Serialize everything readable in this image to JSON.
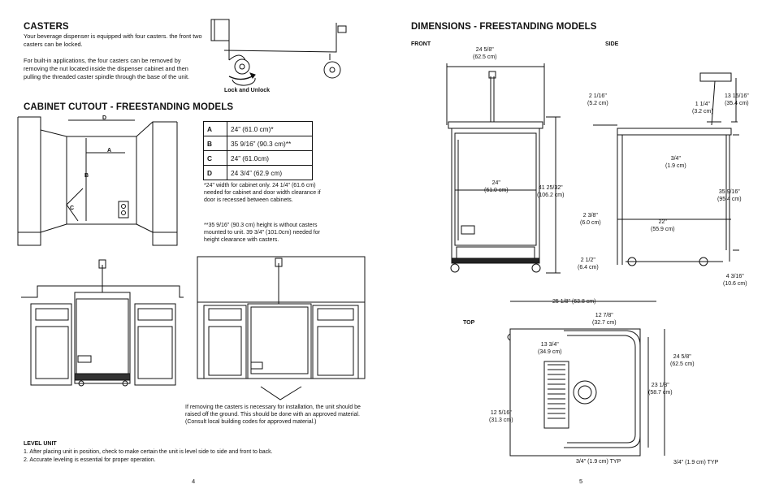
{
  "left_page": {
    "casters": {
      "heading": "CASTERS",
      "para1": "Your beverage dispenser is equipped with four casters.  the front two casters can be locked.",
      "para2": "For built-in applications, the four casters can be removed by removing the nut located inside the dispenser cabinet and then pulling the threaded caster spindle through the base of the unit.",
      "lock_caption": "Lock and Unlock"
    },
    "cutout": {
      "heading": "CABINET CUTOUT - FREESTANDING MODELS",
      "labels": {
        "d": "D",
        "a": "A",
        "b": "B",
        "c": "C"
      },
      "table": [
        {
          "key": "A",
          "value": "24” (61.0 cm)*"
        },
        {
          "key": "B",
          "value": "35 9/16” (90.3 cm)**"
        },
        {
          "key": "C",
          "value": "24” (61.0cm)"
        },
        {
          "key": "D",
          "value": "24 3/4” (62.9 cm)"
        }
      ],
      "note1": "*24\" width for cabinet only.  24 1/4\" (61.6 cm) needed for cabinet and door width clearance if door is recessed between cabinets.",
      "note2": "**35 9/16\" (90.3 cm) height is without casters mounted to unit.  39 3/4\" (101.0cm) needed for height clearance with casters."
    },
    "removal_note": "If removing the casters is necessary for installation, the unit should be raised off the ground.  This should be done with an approved material.\n(Consult local building codes for approved material.)",
    "level": {
      "heading": "LEVEL UNIT",
      "items": [
        "1.  After placing unit in position, check to make certain the unit is level side to side and front to back.",
        "2.  Accurate leveling is essential for proper operation."
      ]
    },
    "page_number": "4"
  },
  "right_page": {
    "heading": "DIMENSIONS - FREESTANDING MODELS",
    "front": {
      "label": "FRONT",
      "width_top": "24 5/8\"\n(62.5 cm)",
      "width_body": "24\"\n(61.0 cm)",
      "height": "41 25/32\"\n(106.2 cm)"
    },
    "side": {
      "label": "SIDE",
      "d1": "2 1/16\"\n(5.2 cm)",
      "d2": "13 15/16\"\n(35.4 cm)",
      "d3": "1 1/4\"\n(3.2 cm)",
      "d4": "3/4\"\n(1.9 cm)",
      "d5": "35 9/16\"\n(95.4 cm)",
      "d6": "2 3/8\"\n(6.0 cm)",
      "d7": "22\"\n(55.9 cm)",
      "d8": "2 1/2\"\n(6.4 cm)",
      "d9": "4 3/16\"\n(10.6 cm)"
    },
    "top": {
      "label": "TOP",
      "t1": "25 1/8\" (63.8 cm)",
      "t2": "12 7/8\"\n(32.7 cm)",
      "t3": "13 3/4\"\n(34.9 cm)",
      "t4": "24 5/8\"\n(62.5 cm)",
      "t5": "23 1/8\"\n(58.7 cm)",
      "t6": "12 5/16\"\n(31.3 cm)",
      "t7": "3/4\" (1.9 cm) TYP",
      "t8": "3/4\" (1.9 cm) TYP"
    },
    "page_number": "5"
  }
}
